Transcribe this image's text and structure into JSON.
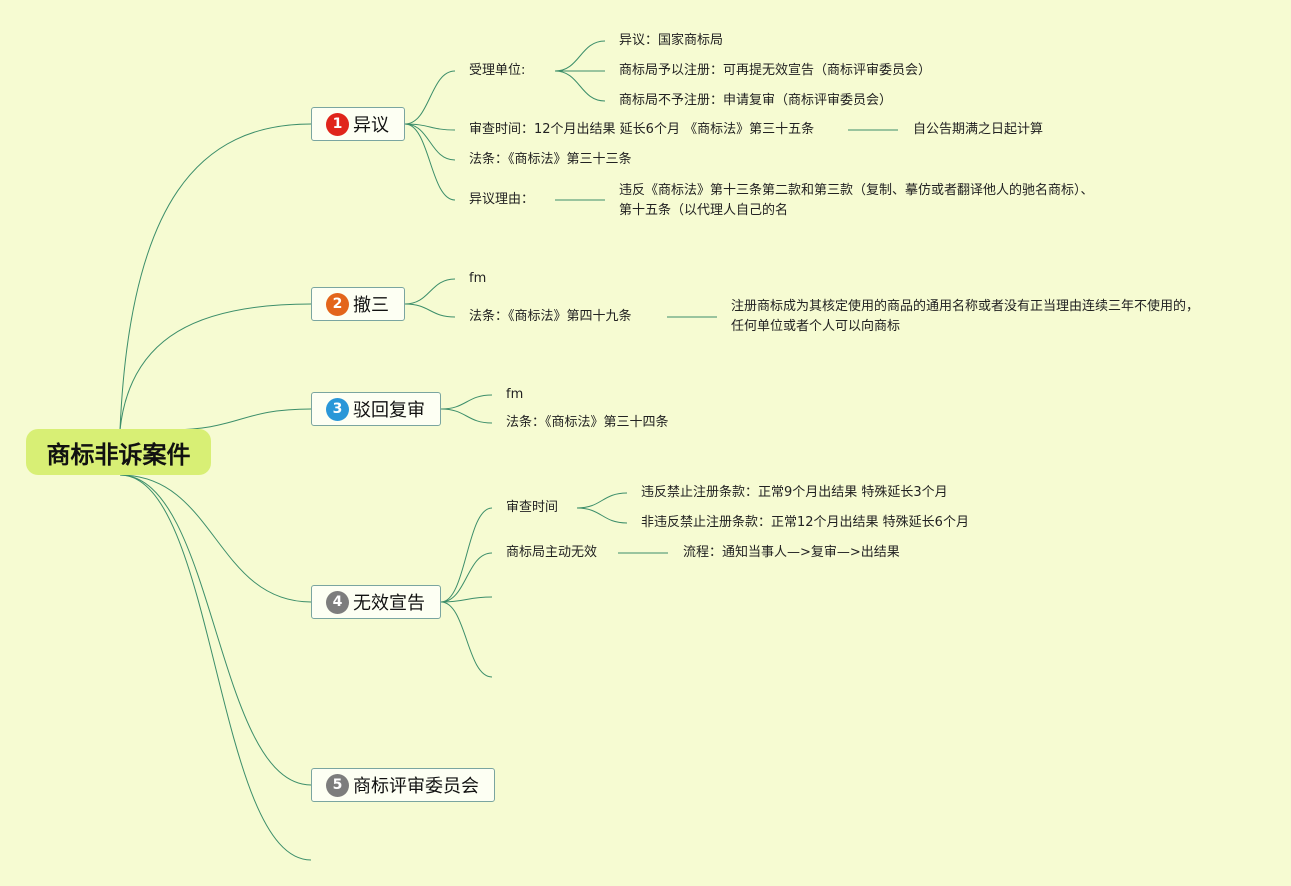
{
  "root": {
    "label": "商标非诉案件"
  },
  "colors": {
    "background": "#f6fbd2",
    "line": "#3c8e6a",
    "root_fill": "#d8ef75"
  },
  "branches": [
    {
      "number": "1",
      "number_color": "#e0251b",
      "label": "异议",
      "children": [
        {
          "label": "受理单位:",
          "children": [
            "异议：国家商标局",
            "商标局予以注册：可再提无效宣告（商标评审委员会）",
            "商标局不予注册：申请复审（商标评审委员会）"
          ]
        },
        {
          "label": "审查时间：12个月出结果 延长6个月 《商标法》第三十五条",
          "note": "自公告期满之日起计算"
        },
        {
          "label": "法条：《商标法》第三十三条"
        },
        {
          "label": "异议理由：",
          "note": "违反《商标法》第十三条第二款和第三款（复制、摹仿或者翻译他人的驰名商标）、第十五条（以代理人自己的名"
        }
      ]
    },
    {
      "number": "2",
      "number_color": "#e3651b",
      "label": "撤三",
      "children": [
        {
          "label": "fm"
        },
        {
          "label": "法条：《商标法》第四十九条",
          "note": "注册商标成为其核定使用的商品的通用名称或者没有正当理由连续三年不使用的，任何单位或者个人可以向商标"
        }
      ]
    },
    {
      "number": "3",
      "number_color": "#2a97d8",
      "label": "驳回复审",
      "children": [
        {
          "label": "fm"
        },
        {
          "label": "法条：《商标法》第三十四条"
        }
      ]
    },
    {
      "number": "4",
      "number_color": "#7d7d7d",
      "label": "无效宣告",
      "children": [
        {
          "label": "审查时间",
          "children": [
            "违反禁止注册条款：正常9个月出结果 特殊延长3个月",
            "非违反禁止注册条款：正常12个月出结果 特殊延长6个月"
          ]
        },
        {
          "label": "商标局主动无效",
          "note": "流程：通知当事人—>复审—>出结果"
        }
      ]
    },
    {
      "number": "5",
      "number_color": "#7d7d7d",
      "label": "商标评审委员会"
    }
  ]
}
